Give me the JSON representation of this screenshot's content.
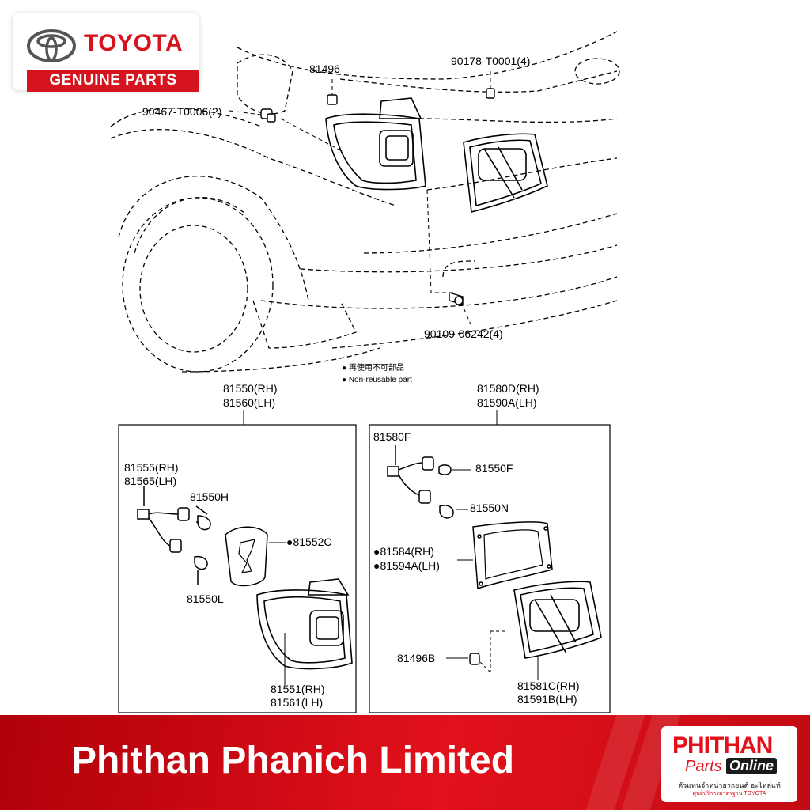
{
  "logo": {
    "brand": "TOYOTA",
    "subtitle": "GENUINE PARTS",
    "color": "#d6141e"
  },
  "top_labels": {
    "p81496": "81496",
    "p90178": "90178-T0001(4)",
    "p90467": "90467-T0006(2)",
    "p90109": "90109-06242(4)"
  },
  "legend": {
    "line1": "● 再使用不可部品",
    "line2": "● Non-reusable part"
  },
  "left_box": {
    "title_rh": "81550(RH)",
    "title_lh": "81560(LH)",
    "socket_rh": "81555(RH)",
    "socket_lh": "81565(LH)",
    "bulb_h": "81550H",
    "bulb_l": "81550L",
    "gasket": "●81552C",
    "lens_rh": "81551(RH)",
    "lens_lh": "81561(LH)"
  },
  "right_box": {
    "title_rh": "81580D(RH)",
    "title_lh": "81590A(LH)",
    "socket": "81580F",
    "bulb_f": "81550F",
    "bulb_n": "81550N",
    "gasket_rh": "●81584(RH)",
    "gasket_lh": "●81594A(LH)",
    "clip": "81496B",
    "lens_rh": "81581C(RH)",
    "lens_lh": "81591B(LH)"
  },
  "footer": {
    "company": "Phithan Phanich Limited",
    "badge_brand": "PHITHAN",
    "badge_parts": "Parts",
    "badge_online": "Online",
    "badge_line1": "ตัวแทนจำหน่ายรถยนต์ อะไหล่แท้",
    "badge_line2": "ศูนย์บริการมาตรฐาน TOYOTA",
    "color": "#e2111b"
  }
}
